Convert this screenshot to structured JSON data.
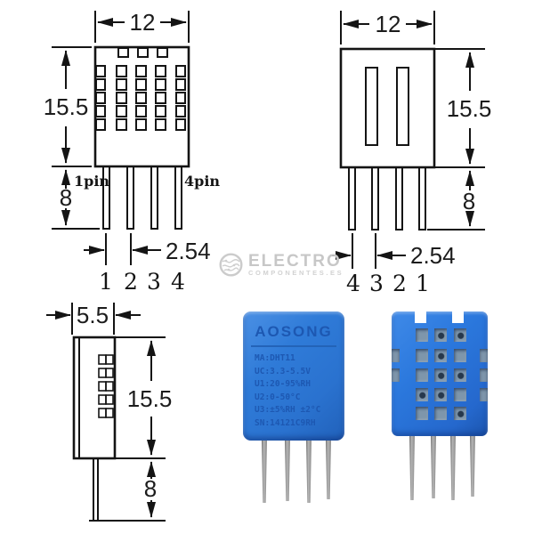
{
  "watermark": {
    "brand": "ELECTRO",
    "domain": "COMPONENTES.ES"
  },
  "dim_front": {
    "width": "12",
    "height": "15.5",
    "pin_length": "8",
    "pitch": "2.54",
    "pin1_label": "1pin",
    "pin4_label": "4pin",
    "pin_numbers": [
      "1",
      "2",
      "3",
      "4"
    ]
  },
  "dim_back": {
    "width": "12",
    "height": "15.5",
    "pin_length": "8",
    "pitch": "2.54",
    "pin_numbers": [
      "4",
      "3",
      "2",
      "1"
    ]
  },
  "dim_side": {
    "width": "5.5",
    "height": "15.5",
    "pin_length": "8"
  },
  "sensor_back": {
    "brand": "AOSONG",
    "specs": [
      "MA:DHT11",
      "UC:3.3-5.5V",
      "U1:20-95%RH",
      "U2:0-50°C",
      "U3:±5%RH ±2°C",
      "SN:14121C9RH"
    ]
  },
  "colors": {
    "line": "#141414",
    "sensor_blue": "#2b78dd",
    "sensor_blue_dark": "#1c55ae",
    "engraved_text": "#1d58b2",
    "hole_gray": "#7e96ab",
    "pin_metal": "#9a9a9a",
    "watermark_gray": "#c7c7c7"
  }
}
